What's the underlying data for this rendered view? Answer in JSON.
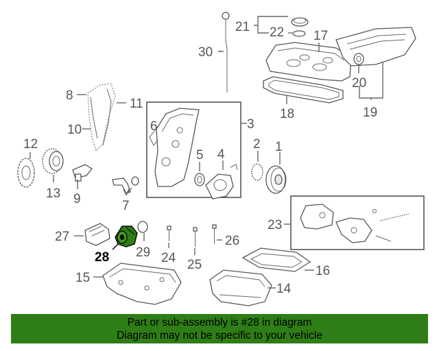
{
  "callouts": {
    "c1": "1",
    "c2": "2",
    "c3": "3",
    "c4": "4",
    "c5": "5",
    "c6": "6",
    "c7": "7",
    "c8": "8",
    "c9": "9",
    "c10": "10",
    "c11": "11",
    "c12": "12",
    "c13": "13",
    "c14": "14",
    "c15": "15",
    "c16": "16",
    "c17": "17",
    "c18": "18",
    "c19": "19",
    "c20": "20",
    "c21": "21",
    "c22": "22",
    "c23": "23",
    "c24": "24",
    "c25": "25",
    "c26": "26",
    "c27": "27",
    "c28": "28",
    "c29": "29",
    "c30": "30"
  },
  "highlight": {
    "part_number": "28",
    "color": "#2e7d16"
  },
  "banner": {
    "line1": "Part or sub-assembly is #28 in diagram",
    "line2": "Diagram may not be specific to your vehicle",
    "background": "#2e7d16"
  }
}
